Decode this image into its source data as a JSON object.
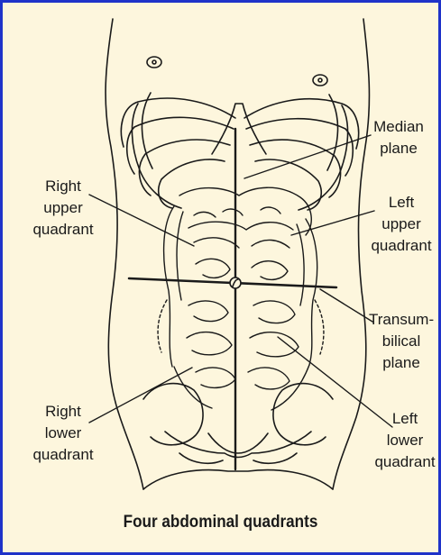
{
  "diagram": {
    "caption": "Four abdominal quadrants",
    "labels": {
      "median_plane": [
        "Median",
        "plane"
      ],
      "right_upper_quadrant": [
        "Right",
        "upper",
        "quadrant"
      ],
      "left_upper_quadrant": [
        "Left",
        "upper",
        "quadrant"
      ],
      "transumbilical_plane": [
        "Transum-",
        "bilical",
        "plane"
      ],
      "right_lower_quadrant": [
        "Right",
        "lower",
        "quadrant"
      ],
      "left_lower_quadrant": [
        "Left",
        "lower",
        "quadrant"
      ]
    }
  },
  "colors": {
    "frame_border": "#1f33c9",
    "background": "#fdf6dd",
    "ink": "#1a1a1a"
  }
}
